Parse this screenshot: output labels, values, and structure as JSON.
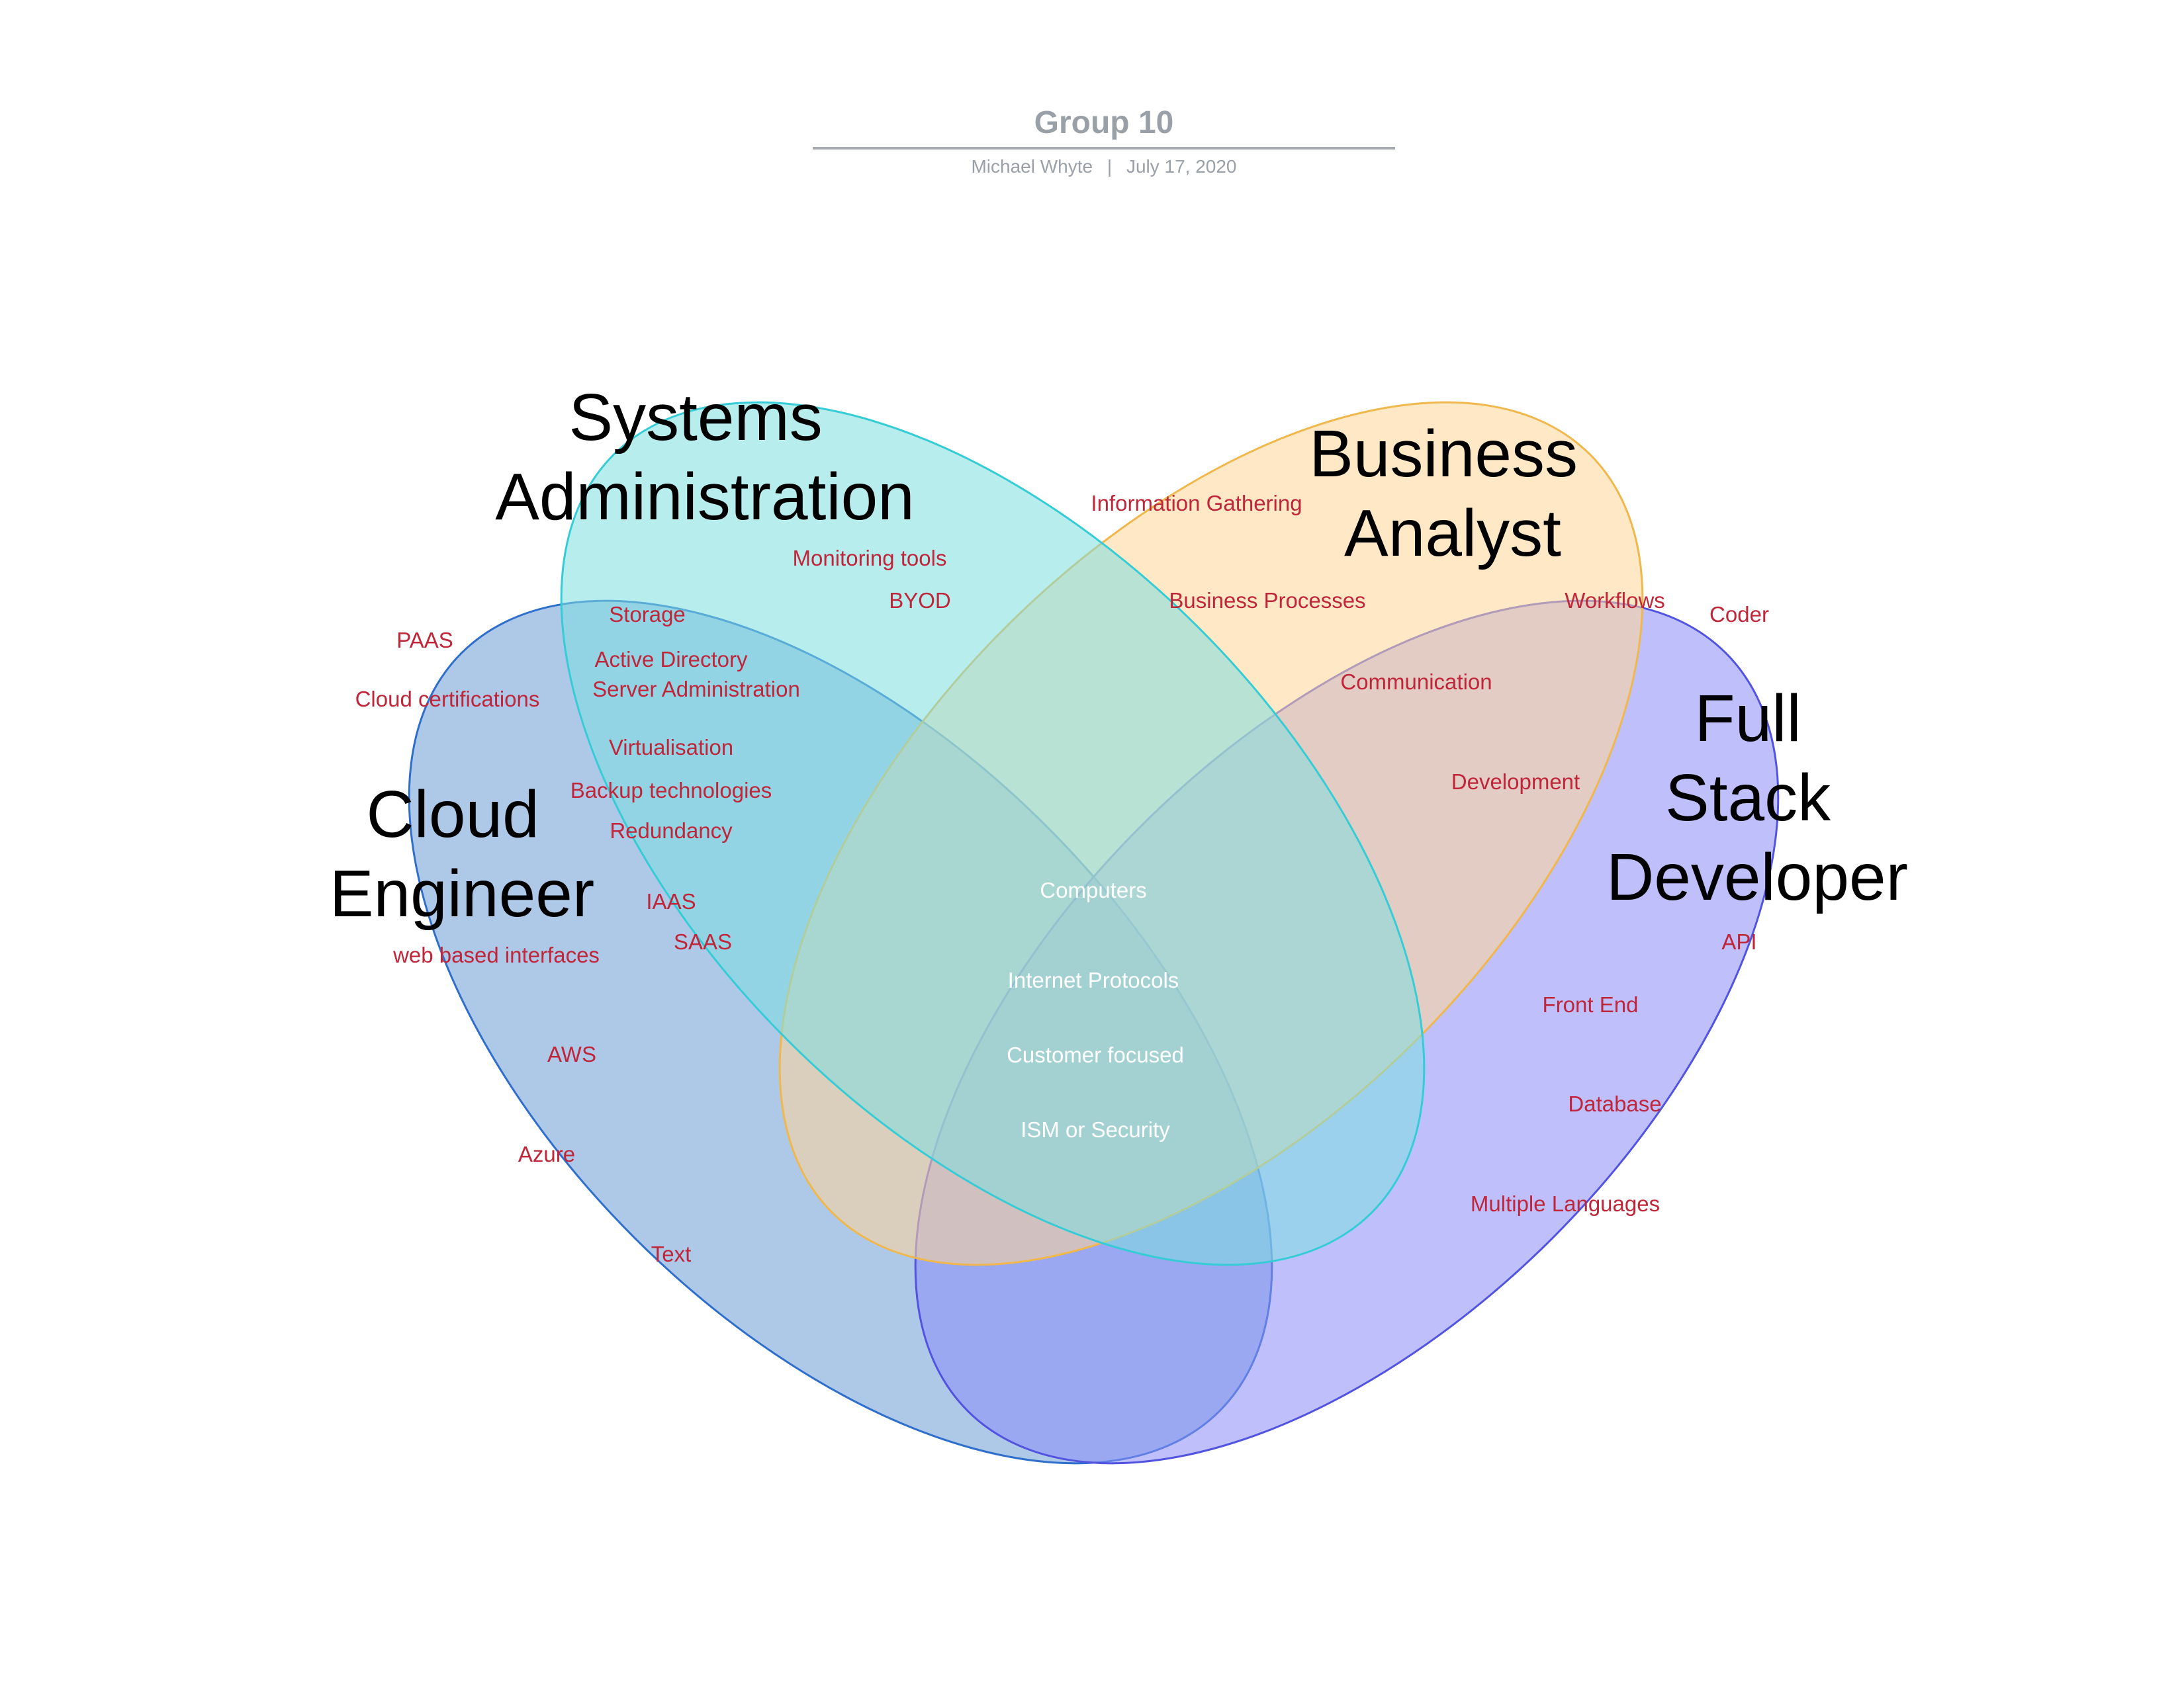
{
  "header": {
    "title": "Group 10",
    "author": "Michael Whyte",
    "separator": "|",
    "date": "July 17, 2020"
  },
  "sets": {
    "cloud": {
      "title_lines": [
        "Cloud",
        "Engineer"
      ],
      "fill": "#6b9ad6",
      "stroke": "#2f6fcc"
    },
    "sysadmin": {
      "title_lines": [
        "Systems",
        "Administration"
      ],
      "fill": "#7ddfe0",
      "stroke": "#36ccd6"
    },
    "business": {
      "title_lines": [
        "Business",
        "Analyst"
      ],
      "fill": "#ffd597",
      "stroke": "#f0b84c"
    },
    "fullstack": {
      "title_lines": [
        "Full",
        "Stack",
        "Developer"
      ],
      "fill": "#8a8cf8",
      "stroke": "#5254e0"
    }
  },
  "labels": {
    "cloud": [
      "PAAS",
      "Cloud certifications",
      "web based interfaces",
      "AWS",
      "Azure",
      "Text",
      "IAAS",
      "SAAS"
    ],
    "sysadmin": [
      "Monitoring tools",
      "BYOD",
      "Storage",
      "Active Directory",
      "Server Administration",
      "Virtualisation",
      "Backup technologies",
      "Redundancy"
    ],
    "business": [
      "Information Gathering",
      "Business Processes",
      "Communication",
      "Development",
      "Workflows"
    ],
    "fullstack": [
      "Coder",
      "API",
      "Front End",
      "Database",
      "Multiple Languages"
    ],
    "center": [
      "Computers",
      "Internet Protocols",
      "Customer focused",
      "ISM or Security"
    ]
  }
}
